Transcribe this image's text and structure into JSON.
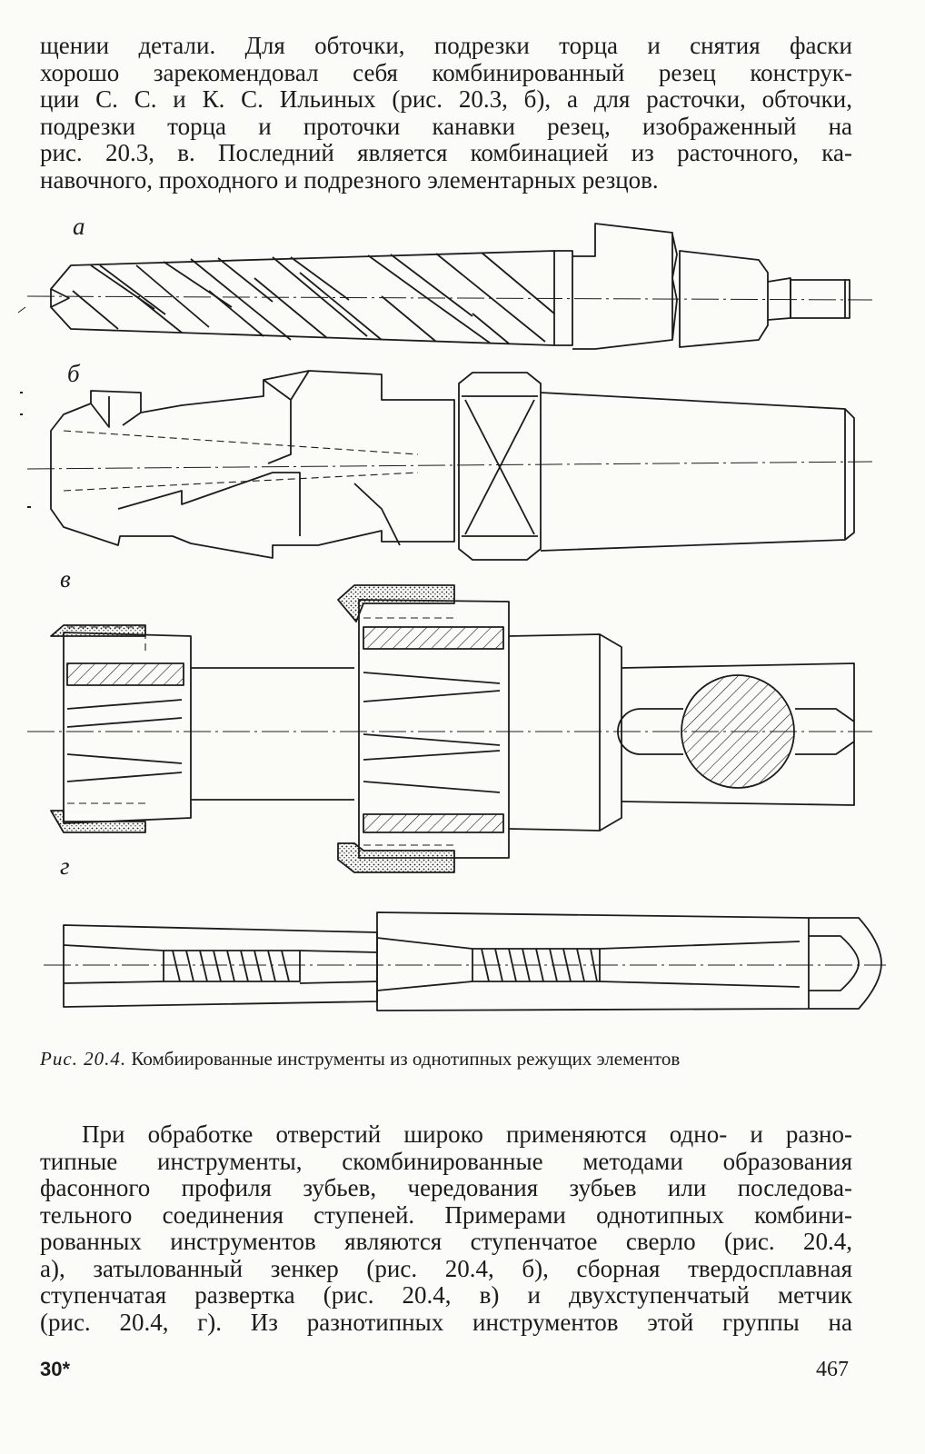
{
  "page": {
    "top_lines": [
      "щении детали. Для обточки, подрезки торца и снятия фаски",
      "хорошо зарекомендовал себя комбинированный резец конструк-",
      "ции С. С. и К. С. Ильиных (рис. 20.3, б), а для расточки, обточки,",
      "подрезки торца и проточки канавки резец, изображенный на",
      "рис. 20.3, в. Последний является комбинацией из расточного, ка-",
      "навочного, проходного и подрезного элементарных резцов."
    ],
    "figure_labels": {
      "a": "а",
      "b": "б",
      "v": "в",
      "g": "г"
    },
    "caption": {
      "number": "Рис. 20.4.",
      "text": "Комбиированные инструменты из однотипных режущих элементов"
    },
    "bottom_lines": [
      "При обработке отверстий широко применяются одно- и разно-",
      "типные инструменты, скомбинированные методами образования",
      "фасонного профиля зубьев, чередования зубьев или последова-",
      "тельного соединения ступеней. Примерами однотипных комбини-",
      "рованных инструментов являются ступенчатое сверло (рис. 20.4,",
      "а), затылованный зенкер (рис. 20.4, б), сборная твердосплавная",
      "ступенчатая развертка (рис. 20.4, в) и двухступенчатый метчик",
      "(рис. 20.4, г). Из разнотипных инструментов этой группы на"
    ],
    "footer": {
      "left": "30*",
      "right": "467"
    }
  }
}
